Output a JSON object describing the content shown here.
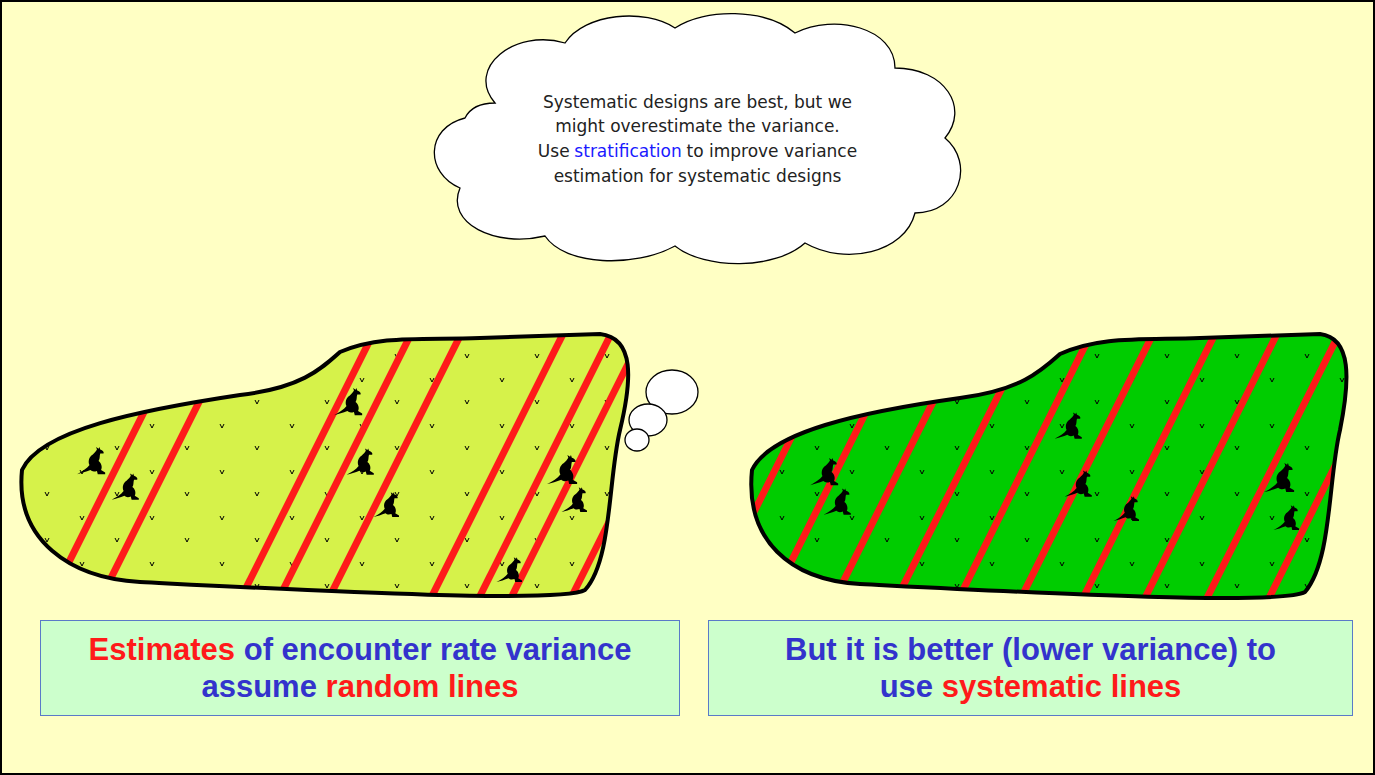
{
  "diagram": {
    "nodes": [
      {
        "text": [
          "Systematic designs are best, but we might overestimate the variance.",
          "Use",
          "stratification",
          "to improve variance estimation for systematic designs"
        ]
      },
      {
        "text": [
          "Estimates",
          "of encounter rate variance assume",
          "random lines"
        ]
      },
      {
        "text": [
          "But it is better (lower variance) to use",
          "systematic lines"
        ]
      }
    ]
  }
}
